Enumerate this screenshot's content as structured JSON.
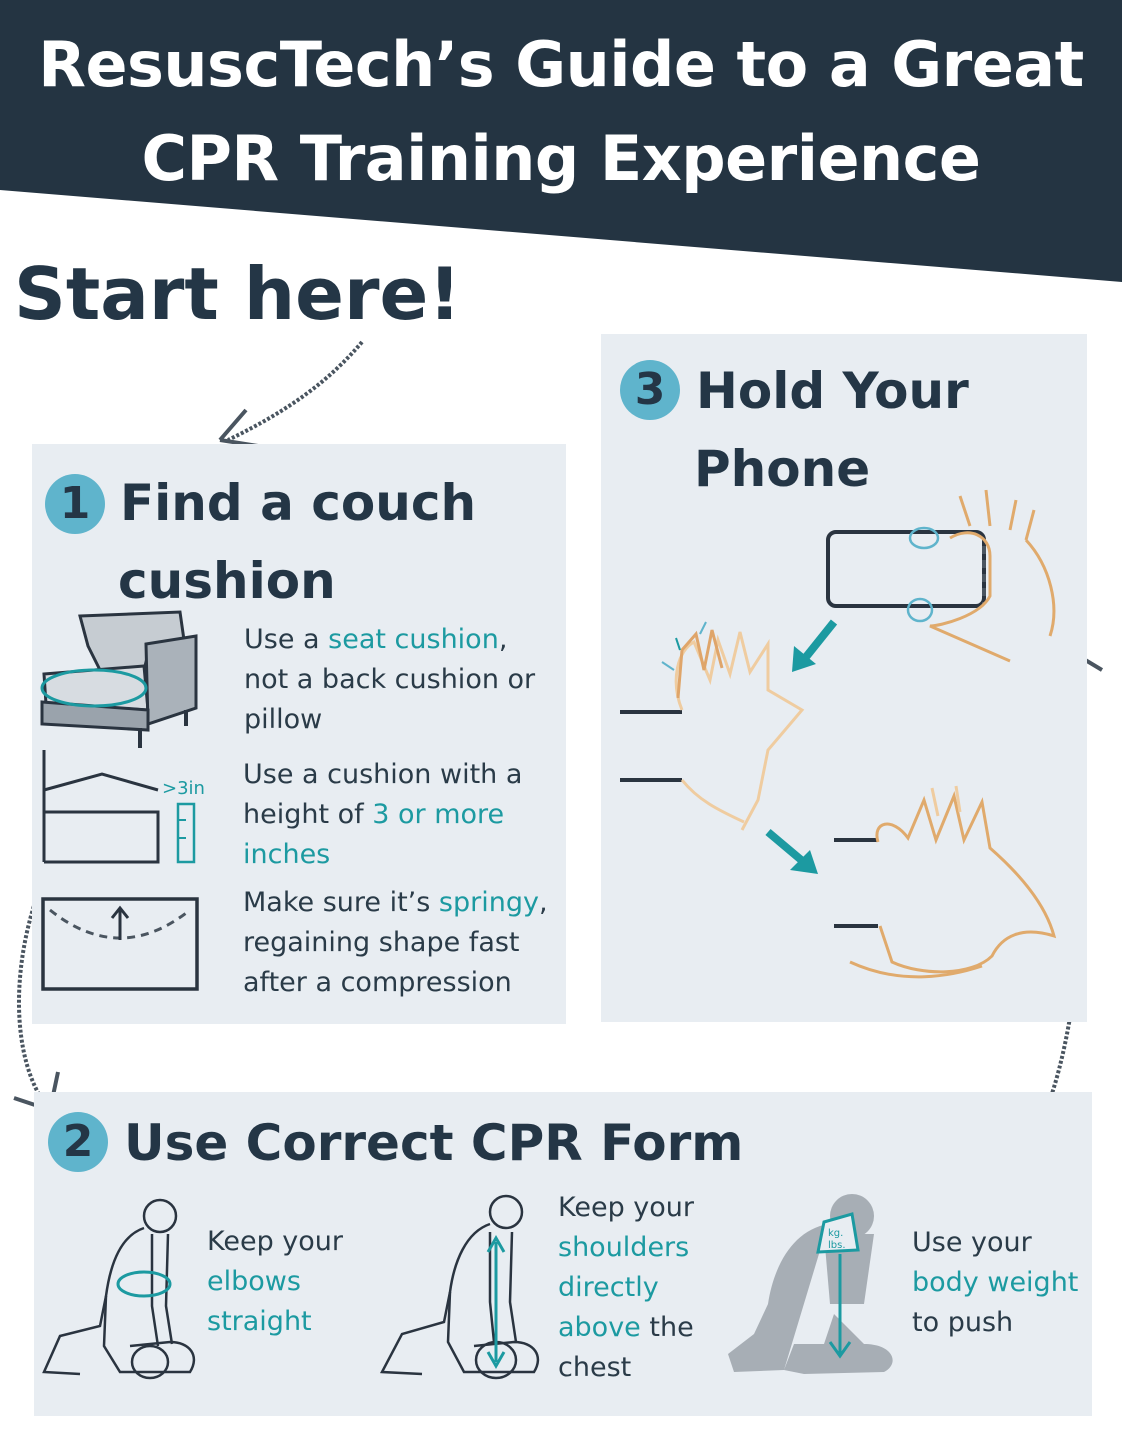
{
  "header": {
    "title_line1": "ResuscTech’s Guide to a Great",
    "title_line2": "CPR Training Experience",
    "banner_color": "#243442"
  },
  "start_label": "Start here!",
  "accent_color": "#1c9aa1",
  "panel_color": "#e8edf2",
  "step1": {
    "number": "1",
    "title_line1": "Find a couch",
    "title_line2": "cushion",
    "tips": [
      {
        "lines": [
          [
            {
              "t": "Use a "
            },
            {
              "t": "seat cushion",
              "hl": true
            },
            {
              "t": ","
            }
          ],
          [
            {
              "t": "not a back cushion or"
            }
          ],
          [
            {
              "t": "pillow"
            }
          ]
        ],
        "icon": "armchair-icon"
      },
      {
        "lines": [
          [
            {
              "t": "Use a cushion with a"
            }
          ],
          [
            {
              "t": "height of "
            },
            {
              "t": "3 or more",
              "hl": true
            }
          ],
          [
            {
              "t": "inches",
              "hl": true
            }
          ]
        ],
        "icon": "cushion-height-icon"
      },
      {
        "lines": [
          [
            {
              "t": "Make sure it’s "
            },
            {
              "t": "springy",
              "hl": true
            },
            {
              "t": ","
            }
          ],
          [
            {
              "t": "regaining shape fast"
            }
          ],
          [
            {
              "t": "after a compression"
            }
          ]
        ],
        "icon": "springy-cushion-icon"
      }
    ],
    "ruler_label": ">3in"
  },
  "step2": {
    "number": "2",
    "title": "Use Correct CPR Form",
    "tips": [
      {
        "lines": [
          [
            {
              "t": "Keep your"
            }
          ],
          [
            {
              "t": "elbows",
              "hl": true
            }
          ],
          [
            {
              "t": "straight",
              "hl": true
            }
          ]
        ],
        "icon": "kneeling-figure-elbows-icon"
      },
      {
        "lines": [
          [
            {
              "t": "Keep your"
            }
          ],
          [
            {
              "t": "shoulders",
              "hl": true
            }
          ],
          [
            {
              "t": "directly",
              "hl": true
            }
          ],
          [
            {
              "t": "above",
              "hl": true
            },
            {
              "t": " the"
            }
          ],
          [
            {
              "t": "chest"
            }
          ]
        ],
        "icon": "kneeling-figure-shoulders-icon"
      },
      {
        "lines": [
          [
            {
              "t": "Use your"
            }
          ],
          [
            {
              "t": "body weight",
              "hl": true
            }
          ],
          [
            {
              "t": "to push"
            }
          ]
        ],
        "icon": "body-weight-figure-icon"
      }
    ],
    "weight_label": "kg.\nlbs."
  },
  "step3": {
    "number": "3",
    "title_line1": "Hold Your",
    "title_line2": "Phone"
  }
}
